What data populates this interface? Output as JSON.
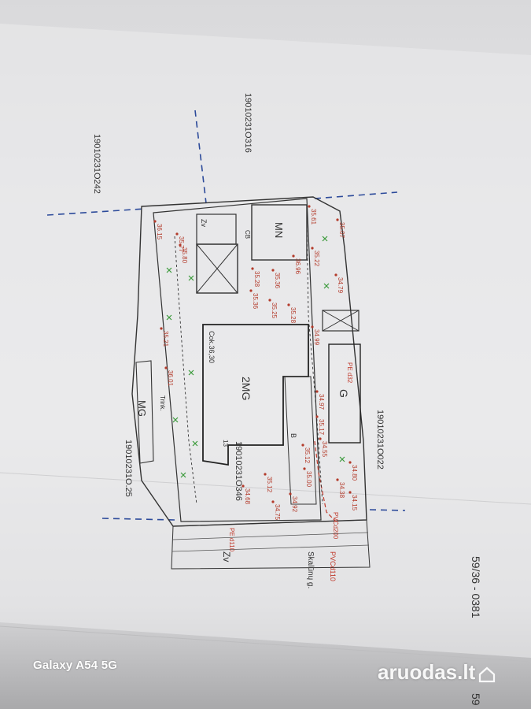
{
  "plan": {
    "parcel_ids": [
      "19010231O316",
      "19010231O242",
      "19010231O022",
      "19010231O.25",
      "19010231O346"
    ],
    "zones": {
      "mn": "MN",
      "main_building": "2MG",
      "garage": "G",
      "mg": "MG",
      "zv": "Zv",
      "zv_small": "Zv"
    },
    "labels": {
      "cok": "Cok.36,30",
      "street": "Skalūnų g.",
      "trink": "Trink.",
      "pvc_d110": "PVCd110",
      "pe_d32": "PE d32",
      "pvc_d200": "PVCd200",
      "pe_d110": "PE d110",
      "nr_13": "13",
      "b": "B",
      "cb": "CB"
    },
    "elevations": [
      "35.07",
      "35.61",
      "35.22",
      "34.79",
      "34.99",
      "35.28",
      "35.36",
      "35.25",
      "35.36",
      "35.28",
      "36.96",
      "35.77",
      "35.80",
      "36.15",
      "35.21",
      "36.01",
      "34.97",
      "35.17",
      "35.12",
      "34.55",
      "35.00",
      "34.80",
      "34.15",
      "34.92",
      "34.75",
      "35.12",
      "34.68",
      "34.38"
    ],
    "sheet_number": "59/36 - 0381",
    "sheet_number_partial": "59"
  },
  "watermarks": {
    "phone": "Galaxy A54 5G",
    "logo": "aruodas.lt"
  },
  "colors": {
    "paper": "#e8e8ea",
    "line": "#3a3a3a",
    "boundary": "#2c4a9a",
    "elevation": "#c0392b",
    "green": "#3a9a3a"
  }
}
